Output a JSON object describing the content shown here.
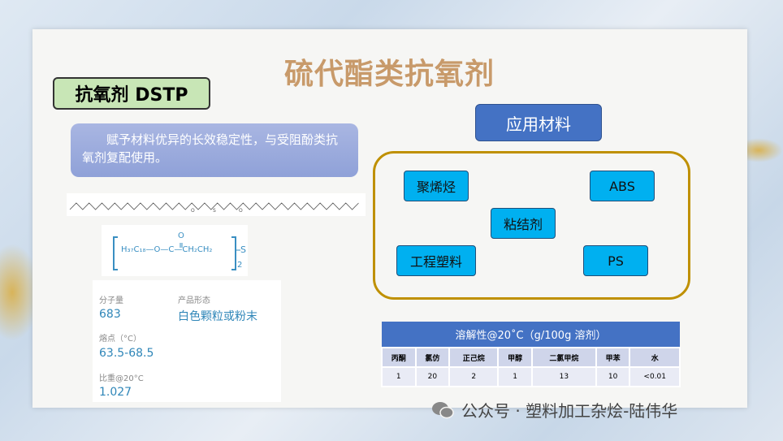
{
  "title": "硫代酯类抗氧剂",
  "badge": "抗氧剂 DSTP",
  "description": "赋予材料优异的长效稳定性，与受阻酚类抗氧剂复配使用。",
  "formula": {
    "left": "H₃₇C₁₈—O—C—CH₂CH₂",
    "right": "S",
    "sub": "2",
    "o": "O"
  },
  "skeletal": {
    "o": "O",
    "s": "S"
  },
  "properties": [
    {
      "label": "分子量",
      "value": "683"
    },
    {
      "label": "产品形态",
      "value": "白色颗粒或粉末"
    },
    {
      "label": "熔点（°C）",
      "value": "63.5-68.5"
    },
    {
      "label": "比重@20°C",
      "value": "1.027"
    }
  ],
  "applications": {
    "header": "应用材料",
    "items": [
      "聚烯烃",
      "ABS",
      "粘结剂",
      "工程塑料",
      "PS"
    ]
  },
  "solubility": {
    "title": "溶解性@20˚C（g/100g 溶剂）",
    "solvents": [
      "丙酮",
      "氯仿",
      "正己烷",
      "甲醇",
      "二氯甲烷",
      "甲苯",
      "水"
    ],
    "values": [
      "1",
      "20",
      "2",
      "1",
      "13",
      "10",
      "<0.01"
    ]
  },
  "watermark": "公众号 · 塑料加工杂烩-陆伟华",
  "colors": {
    "accent": "#4472c4",
    "material": "#00b0f0",
    "frame": "#bf9000",
    "title": "#c89a6a"
  }
}
